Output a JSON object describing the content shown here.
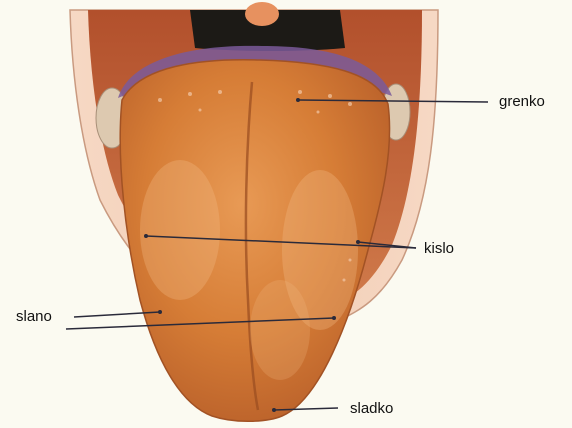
{
  "diagram": {
    "labels": {
      "bitter": "grenko",
      "sour": "kislo",
      "salty": "slano",
      "sweet": "sladko"
    }
  },
  "colors": {
    "background": "#fbfaf1",
    "tongue": "#d9803a",
    "mouth": "#c0603a",
    "leader_line": "#2a2a3a"
  }
}
